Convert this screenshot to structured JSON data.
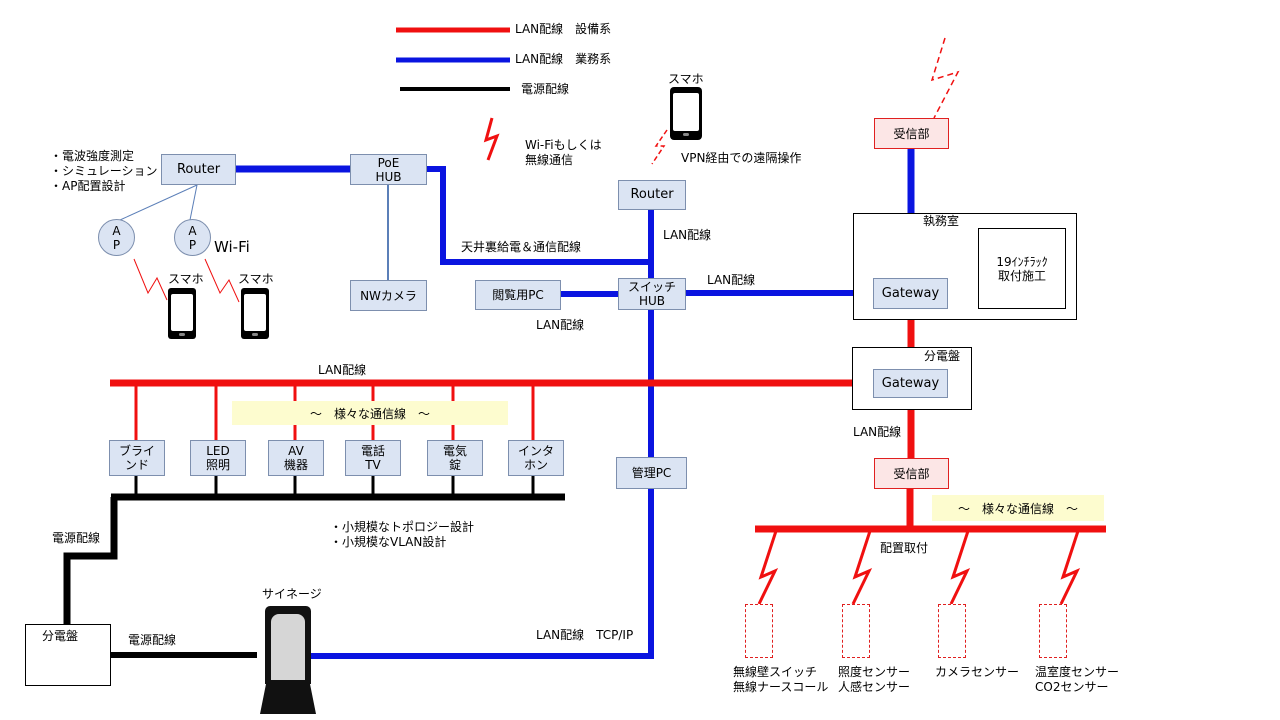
{
  "legend": {
    "red": "LAN配線　設備系",
    "blue": "LAN配線　業務系",
    "black": "電源配線",
    "wireless": "Wi-Fiもしくは\n無線通信"
  },
  "left": {
    "notes": "・電波強度測定\n・シミュレーション\n・AP配置設計",
    "router": "Router",
    "ap": "A\nP",
    "wifi": "Wi-Fi",
    "phone": "スマホ",
    "poe_hub": "PoE\nHUB",
    "nw_camera": "NWカメラ"
  },
  "center": {
    "remote_phone": "スマホ",
    "vpn": "VPN経由での遠隔操作",
    "router": "Router",
    "lan_label": "LAN配線",
    "ceiling": "天井裏給電＆通信配線",
    "switch_hub": "スイッチ\nHUB",
    "browse_pc": "閲覧用PC",
    "lan_below_pc": "LAN配線",
    "lan_to_gateway": "LAN配線",
    "mgmt_pc": "管理PC"
  },
  "bus": {
    "lan_label": "LAN配線",
    "various": "～　様々な通信線　～",
    "devices": [
      "ブライ\nンド",
      "LED\n照明",
      "AV\n機器",
      "電話\nTV",
      "電気\n錠",
      "インタ\nホン"
    ],
    "design": "・小規模なトポロジー設計\n・小規模なVLAN設計",
    "power_label_left": "電源配線",
    "panel": "分電盤",
    "power_label_bottom": "電源配線",
    "signage": "サイネージ",
    "lan_tcpip": "LAN配線　TCP/IP"
  },
  "right": {
    "receiver_top": "受信部",
    "duty_room": "執務室",
    "rack": "19ｲﾝﾁﾗｯｸ\n取付施工",
    "gateway1": "Gateway",
    "panel_room": "分電盤",
    "gateway2": "Gateway",
    "lan_label": "LAN配線",
    "receiver_bottom": "受信部",
    "various": "～　様々な通信線　～",
    "placement": "配置取付",
    "sensors": [
      "無線壁スイッチ\n無線ナースコール",
      "照度センサー\n人感センサー",
      "カメラセンサー",
      "温室度センサー\nCO2センサー"
    ]
  },
  "colors": {
    "red": "#f01010",
    "blue": "#0a14e0",
    "black": "#000000",
    "device_fill": "#dbe4f3",
    "band": "#fdfccf"
  }
}
